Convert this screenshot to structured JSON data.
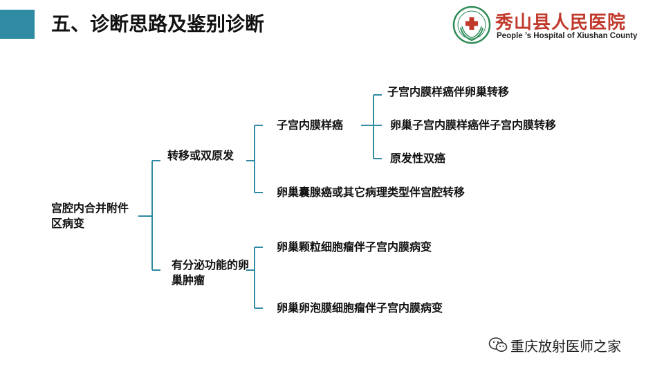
{
  "header": {
    "title": "五、诊断思路及鉴别诊断",
    "accent_color": "#2f8aa3"
  },
  "logo": {
    "name_cn": "秀山县人民医院",
    "name_en": "People ’s Hospital of Xiushan County",
    "emblem_icon": "hospital-emblem-icon",
    "brand_color": "#c0392b"
  },
  "diagram": {
    "root": "宫腔内合并附件区病变",
    "level1": [
      {
        "label": "转移或双原发"
      },
      {
        "label": "有分泌功能的卵巢肿瘤"
      }
    ],
    "level2": [
      {
        "label": "子宫内膜样癌"
      },
      {
        "label": "卵巢囊腺癌或其它病理类型伴宫腔转移"
      },
      {
        "label": "卵巢颗粒细胞瘤伴子宫内膜病变"
      },
      {
        "label": "卵巢卵泡膜细胞瘤伴子宫内膜病变"
      }
    ],
    "level3": [
      {
        "label": "子宫内膜样癌伴卵巢转移"
      },
      {
        "label": "卵巢子宫内膜样癌伴子宫内膜转移"
      },
      {
        "label": "原发性双癌"
      }
    ],
    "line_color": "#2f8aa3"
  },
  "watermark": {
    "icon": "wechat-icon",
    "text": "重庆放射医师之家"
  }
}
